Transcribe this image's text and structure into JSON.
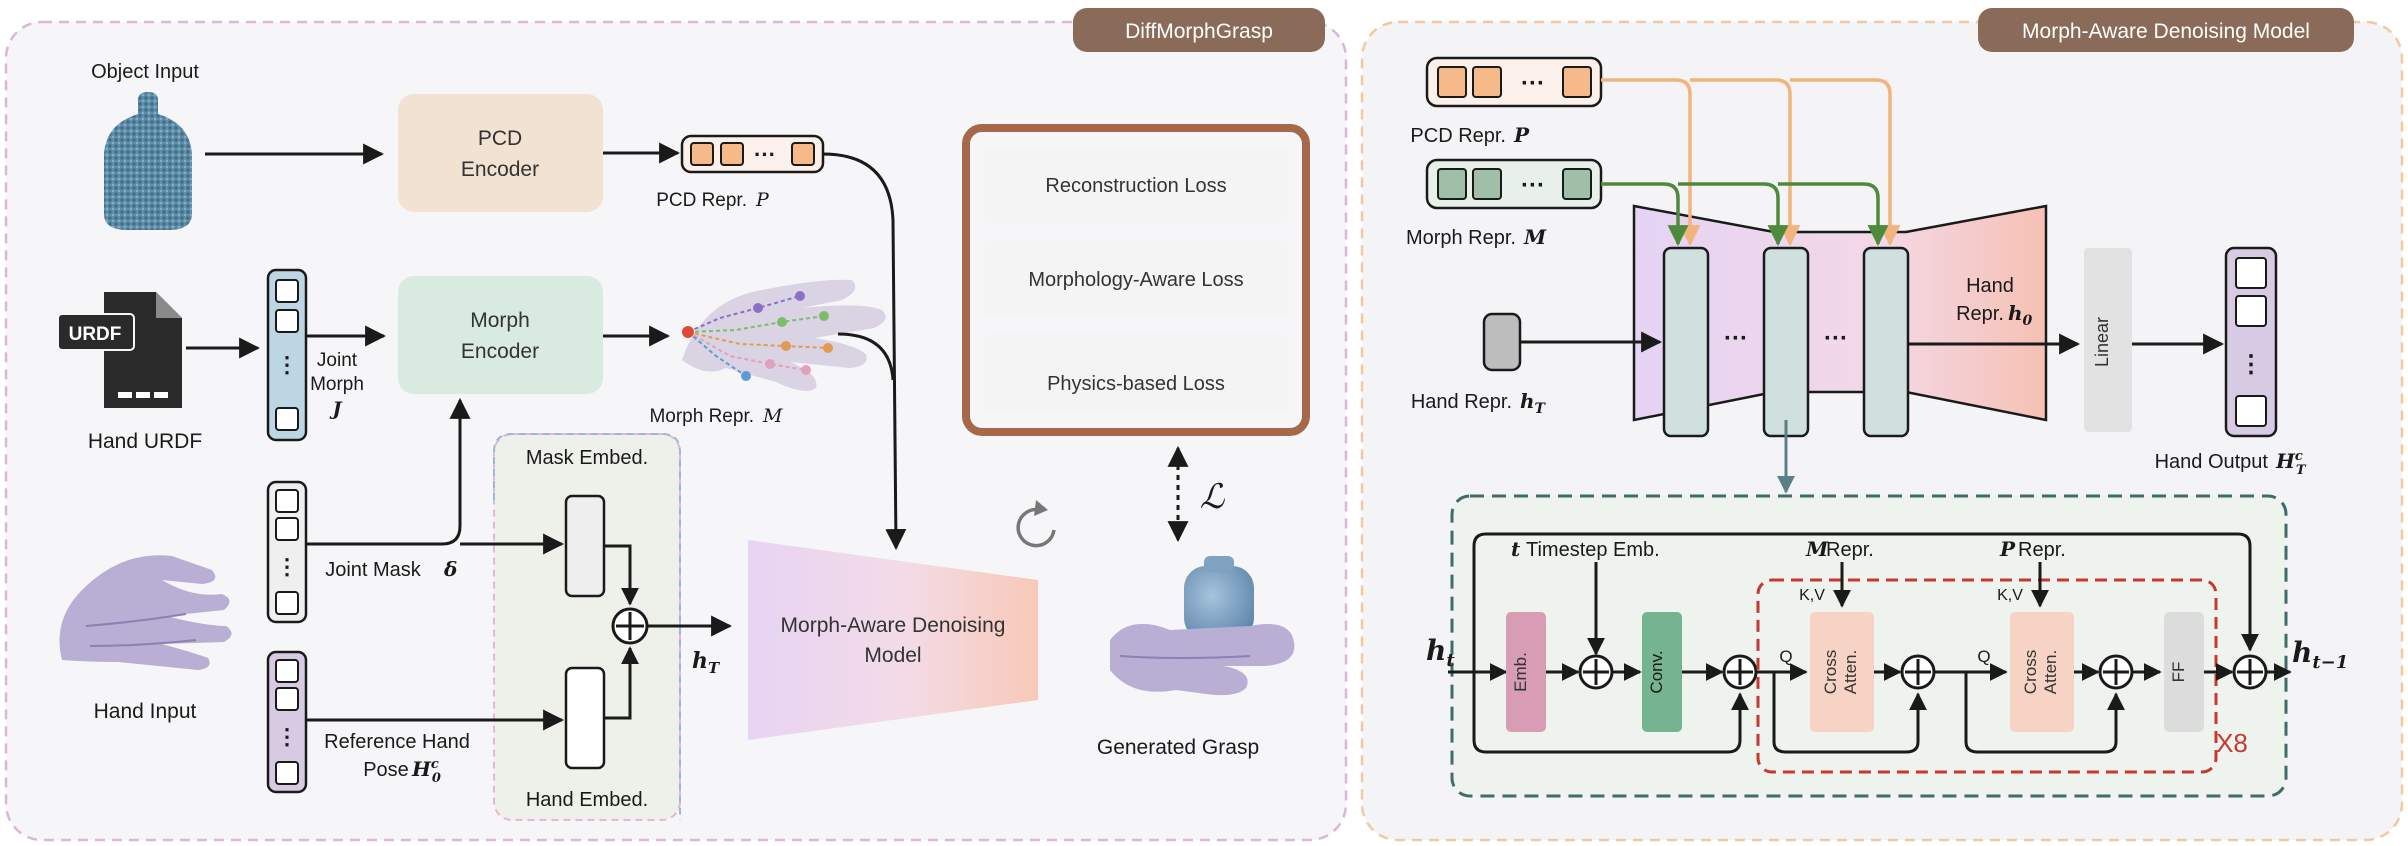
{
  "left_panel": {
    "title": "DiffMorphGrasp",
    "object_input": "Object Input",
    "pcd_encoder": [
      "PCD",
      "Encoder"
    ],
    "pcd_repr": "PCD Repr.",
    "pcd_repr_sym": "P",
    "urdf_tag": "URDF",
    "hand_urdf": "Hand URDF",
    "joint_morph": [
      "Joint",
      "Morph"
    ],
    "joint_morph_sym": "J",
    "morph_encoder": [
      "Morph",
      "Encoder"
    ],
    "morph_repr": "Morph Repr.",
    "morph_repr_sym": "M",
    "mask_embed": "Mask Embed.",
    "joint_mask": "Joint Mask",
    "joint_mask_sym": "δ",
    "hand_input": "Hand Input",
    "ref_pose": [
      "Reference Hand",
      "Pose"
    ],
    "ref_pose_sym": "H",
    "hand_embed": "Hand Embed.",
    "h_t": "h",
    "denoiser": [
      "Morph-Aware Denoising",
      "Model"
    ],
    "losses": [
      "Reconstruction Loss",
      "Morphology-Aware Loss",
      "Physics-based Loss"
    ],
    "loss_symbol": "ℒ",
    "generated_grasp": "Generated Grasp"
  },
  "right_panel": {
    "title": "Morph-Aware Denoising Model",
    "pcd_repr": "PCD Repr.",
    "pcd_sym": "P",
    "morph_repr": "Morph Repr.",
    "morph_sym": "M",
    "hand_repr_t": "Hand Repr.",
    "hand_repr_t_sym": "h",
    "hand_repr_0": [
      "Hand",
      "Repr."
    ],
    "hand_repr_0_sym": "h",
    "linear": "Linear",
    "hand_output": "Hand Output",
    "hand_output_sym": "H",
    "ellipsis": "···",
    "detail": {
      "h_in": "h",
      "h_out": "h",
      "timestep": "Timestep Emb.",
      "timestep_sym": "t",
      "emb": "Emb.",
      "conv": "Conv.",
      "m_repr": "Repr.",
      "m_sym": "M",
      "p_repr": "Repr.",
      "p_sym": "P",
      "kv": "K,V",
      "q": "Q",
      "cross_atten": [
        "Cross",
        "Atten."
      ],
      "ff": "FF",
      "repeat": "X8"
    }
  },
  "colors": {
    "left_border": "#d7b4d8",
    "right_border": "#f0c9a0",
    "title_bg": "#8a6a58",
    "pcd_enc": "#f2e2d2",
    "morph_enc": "#d9ebe1",
    "loss_frame": "#a5684a",
    "pcd_line": "#f2b37c",
    "morph_line": "#4e8a3c",
    "teal_dash": "#3f6d6a",
    "red_dash": "#c43a32",
    "emb": "#d89cb4",
    "conv": "#76b48f",
    "cross": "#f6d3c4",
    "ff": "#dcdcdc"
  }
}
